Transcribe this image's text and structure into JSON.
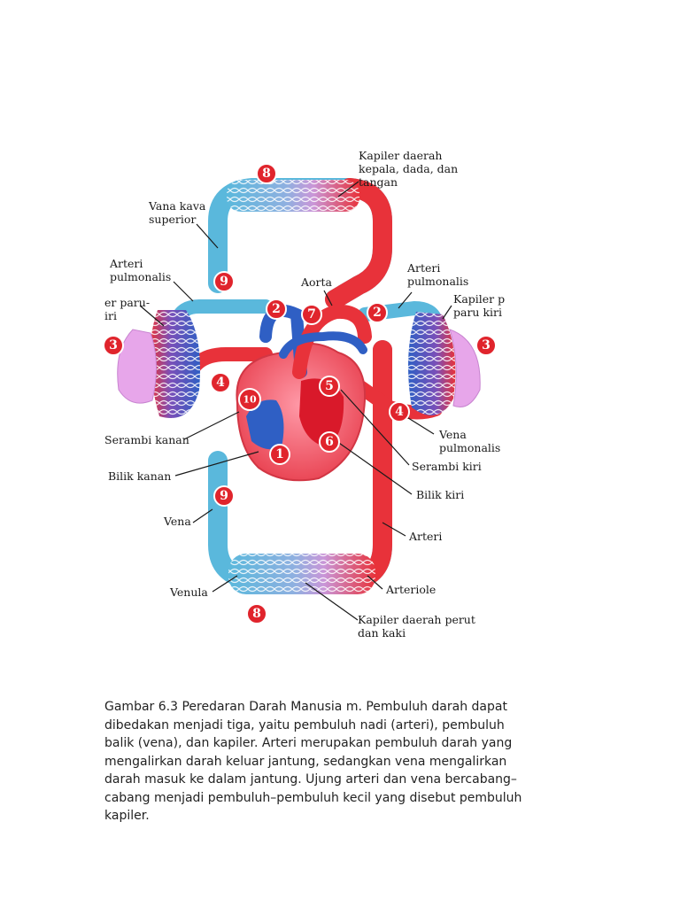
{
  "labels": {
    "kapiler_kepala": [
      "Kapiler daerah",
      "kepala, dada, dan",
      "tangan"
    ],
    "vena_kava": [
      "Vana kava",
      "superior"
    ],
    "arteri_pulmonalis_left": [
      "Arteri",
      "pulmonalis"
    ],
    "arteri_pulmonalis_right": [
      "Arteri",
      "pulmonalis"
    ],
    "aorta": "Aorta",
    "kapiler_paru_left": [
      "er paru-",
      "iri"
    ],
    "kapiler_paru_right": [
      "Kapiler p",
      "paru kiri"
    ],
    "serambi_kanan": "Serambi kanan",
    "bilik_kanan": "Bilik kanan",
    "vena_pulmonalis": [
      "Vena",
      "pulmonalis"
    ],
    "serambi_kiri": "Serambi kiri",
    "bilik_kiri": "Bilik kiri",
    "vena": "Vena",
    "arteri": "Arteri",
    "venula": "Venula",
    "arteriole": "Arteriole",
    "kapiler_perut": [
      "Kapiler daerah perut",
      "dan kaki"
    ]
  },
  "markers": {
    "m1": "1",
    "m2_left": "2",
    "m2_right": "2",
    "m3_left": "3",
    "m3_right": "3",
    "m4_left": "4",
    "m4_right": "4",
    "m5": "5",
    "m6": "6",
    "m7": "7",
    "m8_top": "8",
    "m8_bottom": "8",
    "m9_top": "9",
    "m9_bottom": "9",
    "m10": "10"
  },
  "caption": "Gambar 6.3 Peredaran Darah Manusia m. Pembuluh darah dapat dibedakan menjadi tiga, yaitu pembuluh nadi (arteri), pembuluh balik (vena), dan kapiler. Arteri merupakan pembuluh darah yang mengalirkan darah keluar jantung, sedangkan vena mengalirkan darah masuk ke dalam jantung. Ujung arteri dan vena bercabang–cabang menjadi pembuluh–pembuluh kecil yang disebut pembuluh kapiler.",
  "colors": {
    "artery_red": "#e8323a",
    "vein_blue": "#5ab8dc",
    "deep_blue": "#2f5fc4",
    "marker_red": "#e0242c",
    "lung_pink": "#e7a6ea",
    "heart_pink": "#f27a8a"
  }
}
